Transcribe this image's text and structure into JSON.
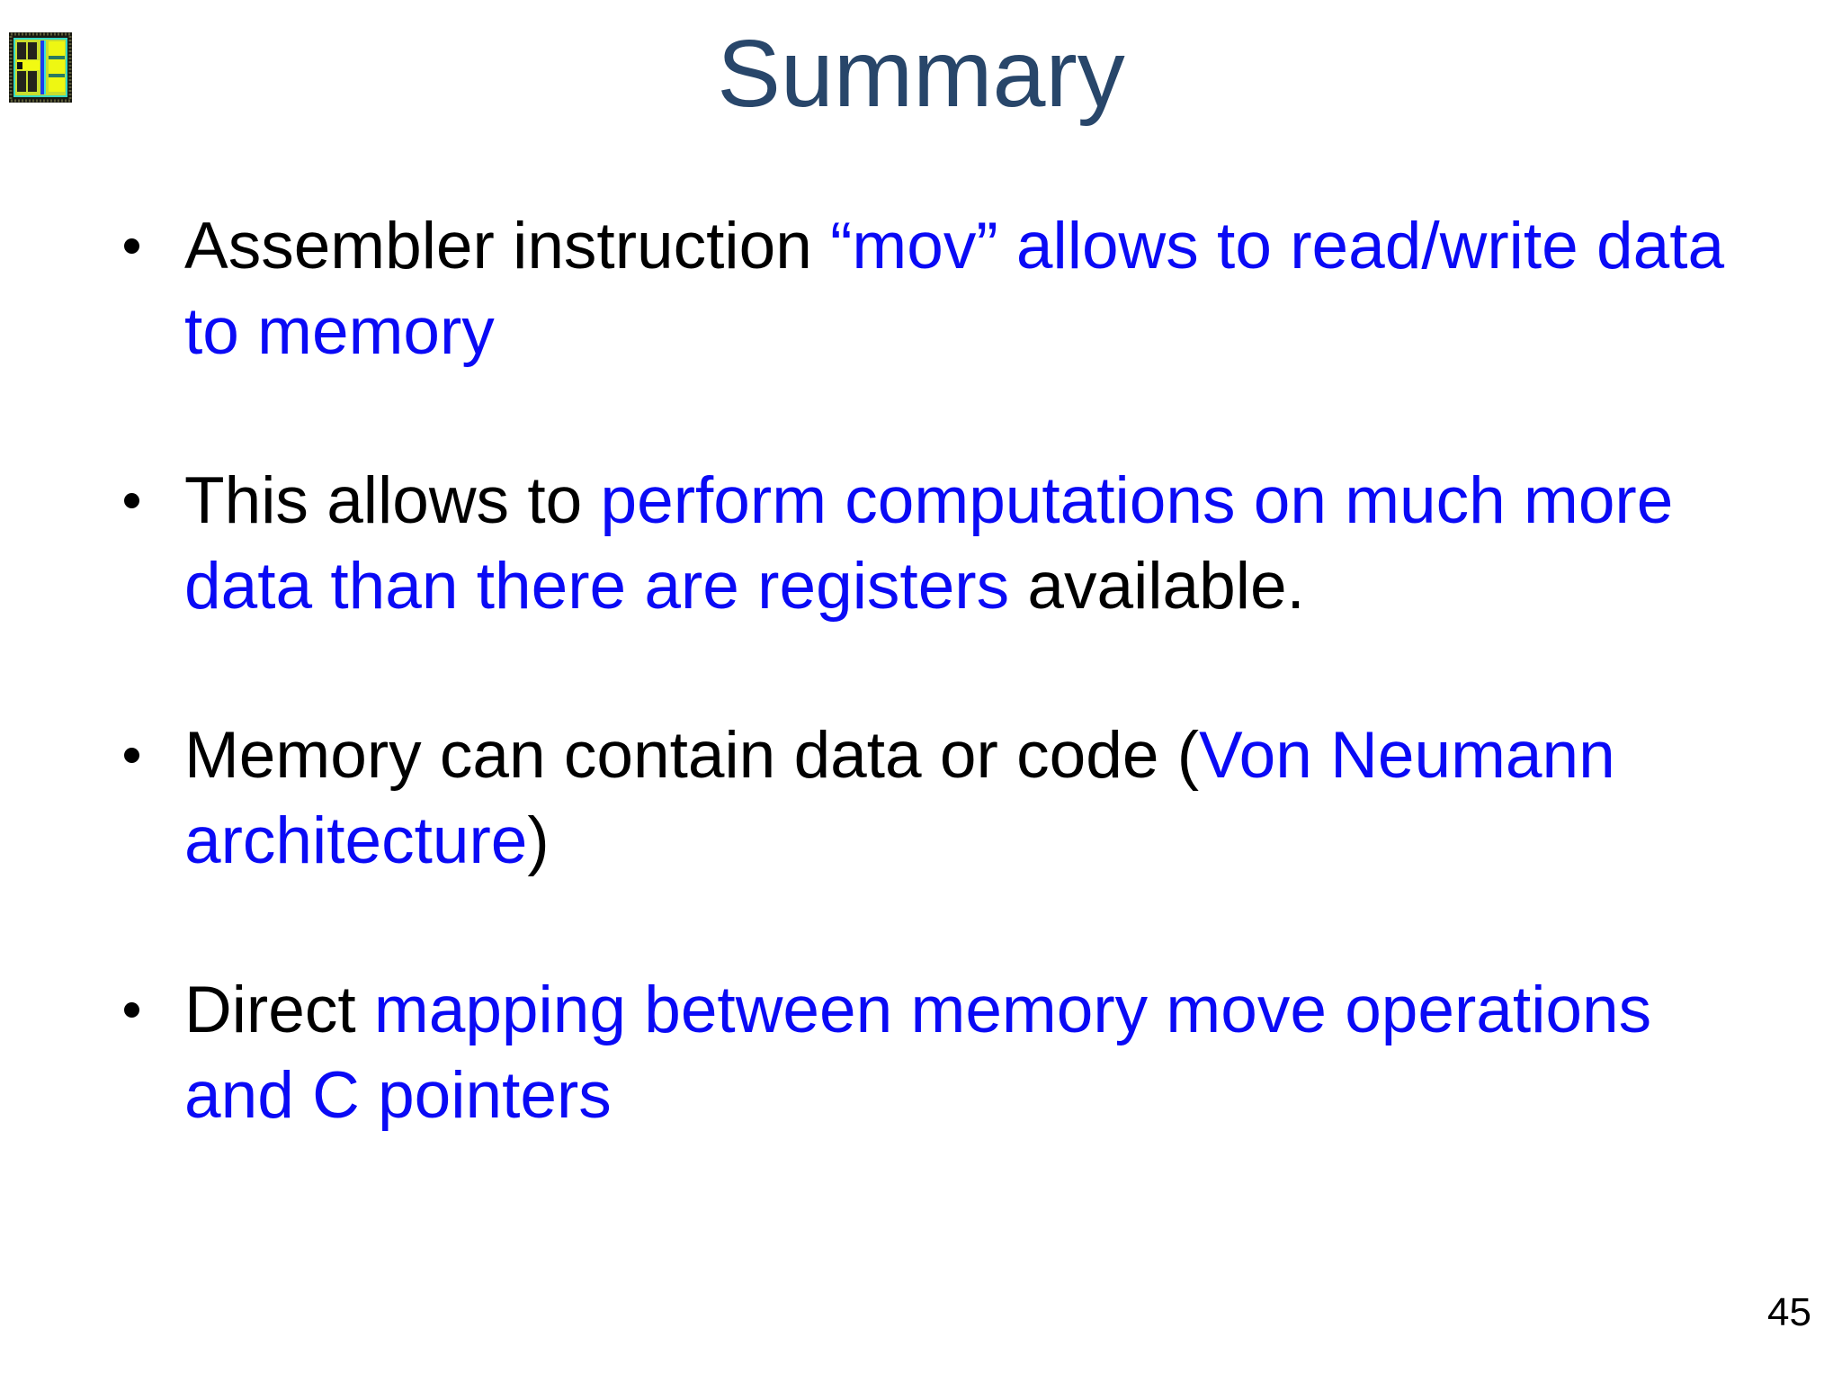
{
  "slide": {
    "title": "Summary",
    "page_number": "45",
    "colors": {
      "background": "#FFFFFF",
      "title": "#28466A",
      "accent_blue": "#0A0AF5",
      "body_black": "#000000"
    },
    "logo": {
      "name": "chip-die-logo"
    },
    "bullets": [
      {
        "segments": [
          {
            "text": "Assembler instruction ",
            "color": "black"
          },
          {
            "text": "“mov” allows to read/write data to memory",
            "color": "blue"
          }
        ]
      },
      {
        "segments": [
          {
            "text": "This allows to ",
            "color": "black"
          },
          {
            "text": "perform computations on much more data than there are registers",
            "color": "blue"
          },
          {
            "text": " available.",
            "color": "black"
          }
        ]
      },
      {
        "segments": [
          {
            "text": "Memory can contain data or code (",
            "color": "black"
          },
          {
            "text": "Von Neumann architecture",
            "color": "blue"
          },
          {
            "text": ")",
            "color": "black"
          }
        ]
      },
      {
        "segments": [
          {
            "text": "Direct ",
            "color": "black"
          },
          {
            "text": "mapping between memory move operations and C pointers",
            "color": "blue"
          }
        ]
      }
    ]
  }
}
